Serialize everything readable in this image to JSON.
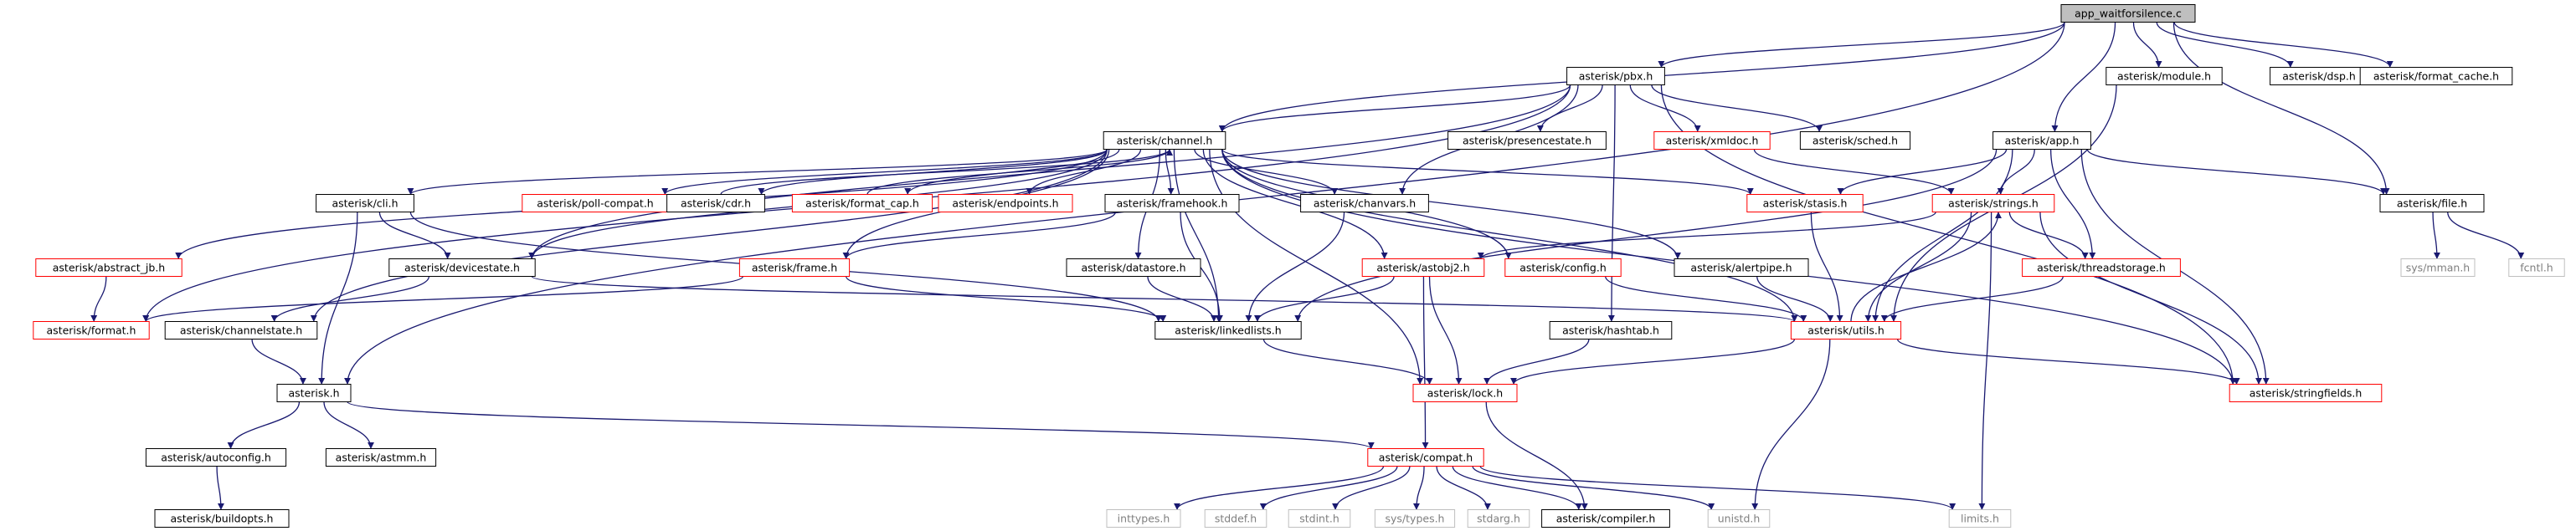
{
  "graph": {
    "title": "app_waitforsilence.c",
    "colors": {
      "edge": "#191970",
      "root_fill": "#bfbfbf",
      "root_border": "#000000",
      "normal_border": "#000000",
      "incomplete_border": "#ff0000",
      "system_border": "#bfbfbf",
      "system_text": "#7f7f7f"
    },
    "nodes": [
      {
        "id": "root",
        "label": "app_waitforsilence.c",
        "kind": "root"
      },
      {
        "id": "pbx",
        "label": "asterisk/pbx.h",
        "kind": "normal"
      },
      {
        "id": "module",
        "label": "asterisk/module.h",
        "kind": "normal"
      },
      {
        "id": "dsp",
        "label": "asterisk/dsp.h",
        "kind": "normal"
      },
      {
        "id": "format_cache",
        "label": "asterisk/format_cache.h",
        "kind": "normal"
      },
      {
        "id": "channel",
        "label": "asterisk/channel.h",
        "kind": "normal"
      },
      {
        "id": "presencestate",
        "label": "asterisk/presencestate.h",
        "kind": "normal"
      },
      {
        "id": "xmldoc",
        "label": "asterisk/xmldoc.h",
        "kind": "incomplete"
      },
      {
        "id": "sched",
        "label": "asterisk/sched.h",
        "kind": "normal"
      },
      {
        "id": "app",
        "label": "asterisk/app.h",
        "kind": "normal"
      },
      {
        "id": "cli",
        "label": "asterisk/cli.h",
        "kind": "normal"
      },
      {
        "id": "poll_compat",
        "label": "asterisk/poll-compat.h",
        "kind": "incomplete"
      },
      {
        "id": "cdr",
        "label": "asterisk/cdr.h",
        "kind": "normal"
      },
      {
        "id": "format_cap",
        "label": "asterisk/format_cap.h",
        "kind": "incomplete"
      },
      {
        "id": "endpoints",
        "label": "asterisk/endpoints.h",
        "kind": "incomplete"
      },
      {
        "id": "framehook",
        "label": "asterisk/framehook.h",
        "kind": "normal"
      },
      {
        "id": "chanvars",
        "label": "asterisk/chanvars.h",
        "kind": "normal"
      },
      {
        "id": "stasis",
        "label": "asterisk/stasis.h",
        "kind": "incomplete"
      },
      {
        "id": "strings",
        "label": "asterisk/strings.h",
        "kind": "incomplete"
      },
      {
        "id": "file",
        "label": "asterisk/file.h",
        "kind": "normal"
      },
      {
        "id": "abstract_jb",
        "label": "asterisk/abstract_jb.h",
        "kind": "incomplete"
      },
      {
        "id": "devicestate",
        "label": "asterisk/devicestate.h",
        "kind": "normal"
      },
      {
        "id": "frame",
        "label": "asterisk/frame.h",
        "kind": "incomplete"
      },
      {
        "id": "datastore",
        "label": "asterisk/datastore.h",
        "kind": "normal"
      },
      {
        "id": "astobj2",
        "label": "asterisk/astobj2.h",
        "kind": "incomplete"
      },
      {
        "id": "config",
        "label": "asterisk/config.h",
        "kind": "incomplete"
      },
      {
        "id": "alertpipe",
        "label": "asterisk/alertpipe.h",
        "kind": "normal"
      },
      {
        "id": "threadstorage",
        "label": "asterisk/threadstorage.h",
        "kind": "incomplete"
      },
      {
        "id": "sys_mman",
        "label": "sys/mman.h",
        "kind": "system"
      },
      {
        "id": "fcntl",
        "label": "fcntl.h",
        "kind": "system"
      },
      {
        "id": "format",
        "label": "asterisk/format.h",
        "kind": "incomplete"
      },
      {
        "id": "channelstate",
        "label": "asterisk/channelstate.h",
        "kind": "normal"
      },
      {
        "id": "linkedlists",
        "label": "asterisk/linkedlists.h",
        "kind": "normal"
      },
      {
        "id": "hashtab",
        "label": "asterisk/hashtab.h",
        "kind": "normal"
      },
      {
        "id": "utils",
        "label": "asterisk/utils.h",
        "kind": "incomplete"
      },
      {
        "id": "stringfields",
        "label": "asterisk/stringfields.h",
        "kind": "incomplete"
      },
      {
        "id": "asterisk",
        "label": "asterisk.h",
        "kind": "normal"
      },
      {
        "id": "lock",
        "label": "asterisk/lock.h",
        "kind": "incomplete"
      },
      {
        "id": "autoconfig",
        "label": "asterisk/autoconfig.h",
        "kind": "normal"
      },
      {
        "id": "astmm",
        "label": "asterisk/astmm.h",
        "kind": "normal"
      },
      {
        "id": "compat",
        "label": "asterisk/compat.h",
        "kind": "incomplete"
      },
      {
        "id": "buildopts",
        "label": "asterisk/buildopts.h",
        "kind": "normal"
      },
      {
        "id": "inttypes",
        "label": "inttypes.h",
        "kind": "system"
      },
      {
        "id": "stddef",
        "label": "stddef.h",
        "kind": "system"
      },
      {
        "id": "stdint",
        "label": "stdint.h",
        "kind": "system"
      },
      {
        "id": "sys_types",
        "label": "sys/types.h",
        "kind": "system"
      },
      {
        "id": "stdarg",
        "label": "stdarg.h",
        "kind": "system"
      },
      {
        "id": "compiler",
        "label": "asterisk/compiler.h",
        "kind": "normal"
      },
      {
        "id": "unistd",
        "label": "unistd.h",
        "kind": "system"
      },
      {
        "id": "limits",
        "label": "limits.h",
        "kind": "system"
      }
    ],
    "edges": [
      [
        "root",
        "pbx"
      ],
      [
        "root",
        "module"
      ],
      [
        "root",
        "dsp"
      ],
      [
        "root",
        "format_cache"
      ],
      [
        "root",
        "channel"
      ],
      [
        "root",
        "app"
      ],
      [
        "root",
        "file"
      ],
      [
        "root",
        "asterisk"
      ],
      [
        "pbx",
        "channel"
      ],
      [
        "pbx",
        "presencestate"
      ],
      [
        "pbx",
        "xmldoc"
      ],
      [
        "pbx",
        "sched"
      ],
      [
        "pbx",
        "devicestate"
      ],
      [
        "pbx",
        "chanvars"
      ],
      [
        "pbx",
        "hashtab"
      ],
      [
        "pbx",
        "stringfields"
      ],
      [
        "pbx",
        "format"
      ],
      [
        "module",
        "utils"
      ],
      [
        "xmldoc",
        "strings"
      ],
      [
        "app",
        "strings"
      ],
      [
        "app",
        "threadstorage"
      ],
      [
        "app",
        "file"
      ],
      [
        "app",
        "utils"
      ],
      [
        "app",
        "stringfields"
      ],
      [
        "app",
        "linkedlists"
      ],
      [
        "app",
        "stasis"
      ],
      [
        "channel",
        "abstract_jb"
      ],
      [
        "channel",
        "poll_compat"
      ],
      [
        "channel",
        "frame"
      ],
      [
        "channel",
        "cdr"
      ],
      [
        "channel",
        "format_cap"
      ],
      [
        "channel",
        "endpoints"
      ],
      [
        "channel",
        "framehook"
      ],
      [
        "channel",
        "chanvars"
      ],
      [
        "channel",
        "stasis"
      ],
      [
        "channel",
        "astobj2"
      ],
      [
        "channel",
        "config"
      ],
      [
        "channel",
        "alertpipe"
      ],
      [
        "channel",
        "channelstate"
      ],
      [
        "channel",
        "linkedlists"
      ],
      [
        "channel",
        "utils"
      ],
      [
        "channel",
        "lock"
      ],
      [
        "channel",
        "stringfields"
      ],
      [
        "channel",
        "cli"
      ],
      [
        "channel",
        "devicestate"
      ],
      [
        "channel",
        "datastore"
      ],
      [
        "cli",
        "devicestate"
      ],
      [
        "cli",
        "asterisk"
      ],
      [
        "cli",
        "linkedlists"
      ],
      [
        "cdr",
        "channel"
      ],
      [
        "format_cap",
        "channel"
      ],
      [
        "framehook",
        "frame"
      ],
      [
        "framehook",
        "linkedlists"
      ],
      [
        "chanvars",
        "linkedlists"
      ],
      [
        "stasis",
        "utils"
      ],
      [
        "strings",
        "astobj2"
      ],
      [
        "strings",
        "threadstorage"
      ],
      [
        "strings",
        "utils"
      ],
      [
        "strings",
        "limits"
      ],
      [
        "strings",
        "stringfields"
      ],
      [
        "file",
        "sys_mman"
      ],
      [
        "file",
        "fcntl"
      ],
      [
        "abstract_jb",
        "format"
      ],
      [
        "devicestate",
        "channelstate"
      ],
      [
        "devicestate",
        "utils"
      ],
      [
        "frame",
        "format"
      ],
      [
        "frame",
        "linkedlists"
      ],
      [
        "datastore",
        "linkedlists"
      ],
      [
        "astobj2",
        "linkedlists"
      ],
      [
        "astobj2",
        "lock"
      ],
      [
        "astobj2",
        "compat"
      ],
      [
        "config",
        "utils"
      ],
      [
        "alertpipe",
        "utils"
      ],
      [
        "threadstorage",
        "utils"
      ],
      [
        "channelstate",
        "asterisk"
      ],
      [
        "linkedlists",
        "lock"
      ],
      [
        "hashtab",
        "lock"
      ],
      [
        "utils",
        "lock"
      ],
      [
        "utils",
        "strings"
      ],
      [
        "utils",
        "stringfields"
      ],
      [
        "utils",
        "unistd"
      ],
      [
        "asterisk",
        "autoconfig"
      ],
      [
        "asterisk",
        "astmm"
      ],
      [
        "asterisk",
        "compat"
      ],
      [
        "autoconfig",
        "buildopts"
      ],
      [
        "lock",
        "compiler"
      ],
      [
        "compat",
        "inttypes"
      ],
      [
        "compat",
        "stddef"
      ],
      [
        "compat",
        "stdint"
      ],
      [
        "compat",
        "sys_types"
      ],
      [
        "compat",
        "stdarg"
      ],
      [
        "compat",
        "compiler"
      ],
      [
        "compat",
        "unistd"
      ],
      [
        "compat",
        "limits"
      ]
    ]
  }
}
